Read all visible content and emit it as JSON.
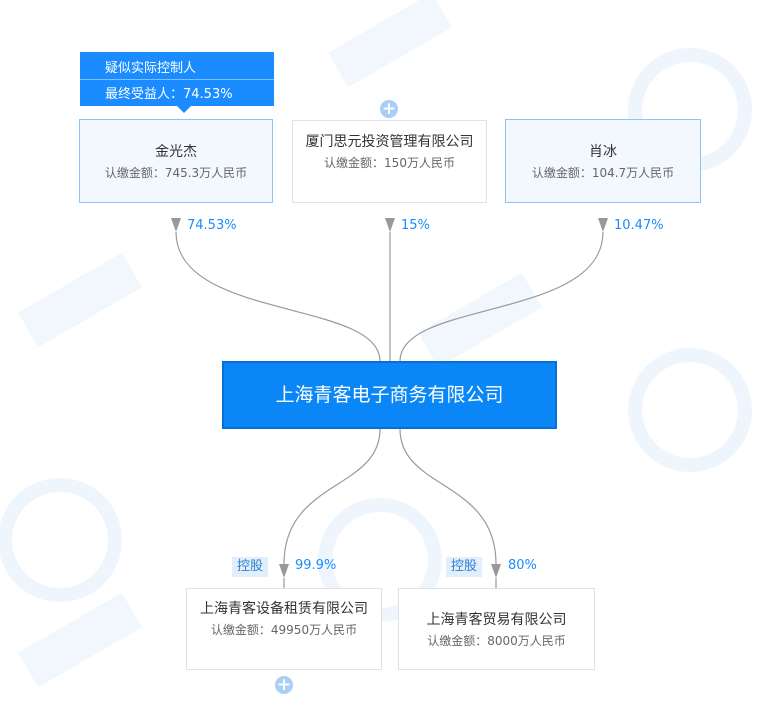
{
  "badge": {
    "line1": "疑似实际控制人",
    "line2": "最终受益人：74.53%"
  },
  "shareholders": [
    {
      "name": "金光杰",
      "capital": "认缴金额：745.3万人民币",
      "percent": "74.53%",
      "kind": "person"
    },
    {
      "name": "厦门思元投资管理有限公司",
      "capital": "认缴金额：150万人民币",
      "percent": "15%",
      "kind": "org"
    },
    {
      "name": "肖冰",
      "capital": "认缴金额：104.7万人民币",
      "percent": "10.47%",
      "kind": "person"
    }
  ],
  "company": {
    "name": "上海青客电子商务有限公司"
  },
  "investments": [
    {
      "name": "上海青客设备租赁有限公司",
      "capital": "认缴金额：49950万人民币",
      "percent": "99.9%",
      "tag": "控股"
    },
    {
      "name": "上海青客贸易有限公司",
      "capital": "认缴金额：8000万人民币",
      "percent": "80%",
      "tag": "控股"
    }
  ],
  "icons": {
    "expand": "plus-circle-icon",
    "flow": "arrow-down-icon"
  },
  "colors": {
    "primary": "#1a8cff",
    "main_node": "#0a86f7",
    "person_bg": "#f3f8fe",
    "person_border": "#8ec3f4",
    "org_border": "#e1e1e1",
    "connector": "#999999"
  }
}
